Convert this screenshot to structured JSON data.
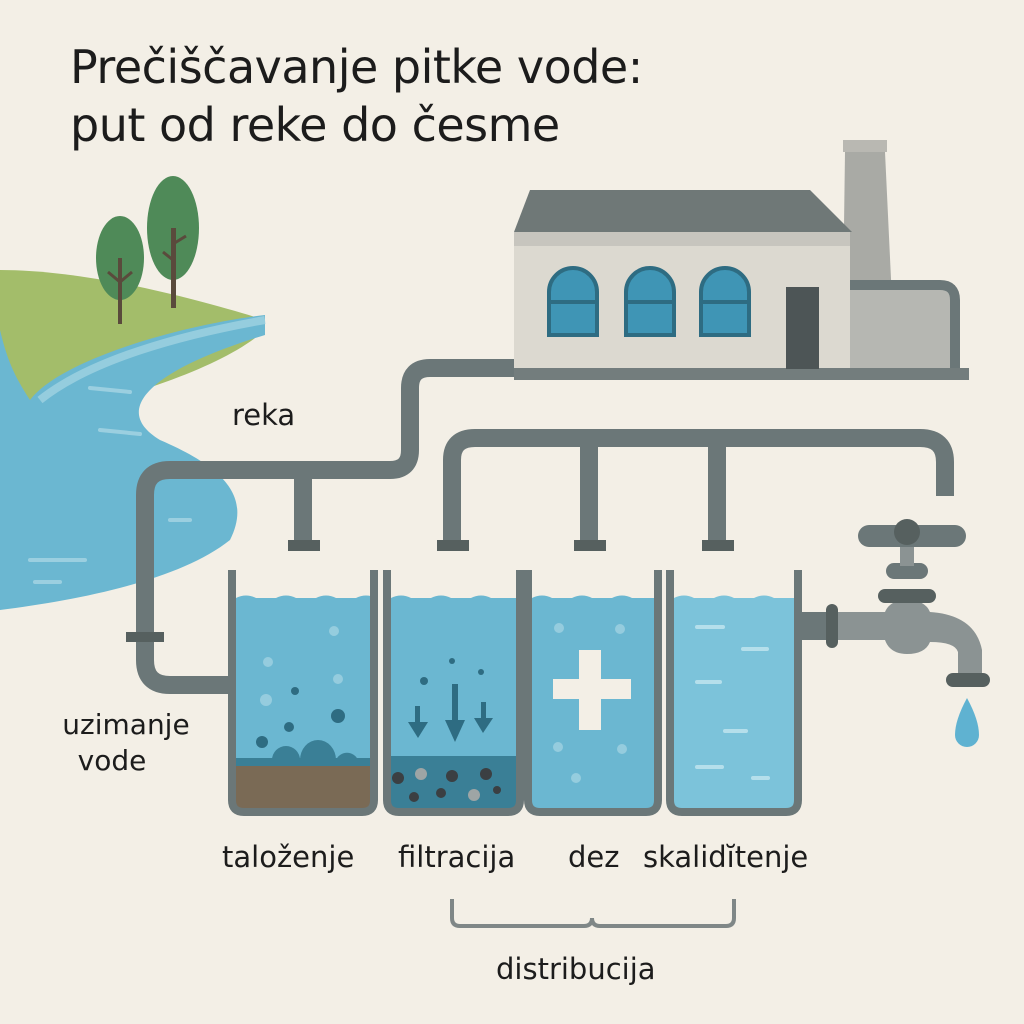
{
  "title": {
    "line1": "Prečiščavanje pitke vode:",
    "line2": "put od reke do česme"
  },
  "labels": {
    "river": "reka",
    "intake_line1": "uzimanje",
    "intake_line2": "vode",
    "distribution": "distribucija"
  },
  "stages": [
    {
      "label": "taloženje",
      "tank_icon": "sediment-icon"
    },
    {
      "label": "filtracija",
      "tank_icon": "down-arrows-icon"
    },
    {
      "label": "dez",
      "tank_icon": "plus-cross-icon"
    },
    {
      "label": "skalidĭtenje",
      "tank_icon": "clear-water-icon"
    }
  ],
  "colors": {
    "background": "#f3efe6",
    "water": "#6bb7d1",
    "water_light": "#7cc3da",
    "pipe": "#6b7778",
    "grass": "#a3bd6a",
    "tree": "#4f8a58",
    "building": "#d8d5cc",
    "window": "#3f95b5",
    "sediment": "#7a6a55",
    "filter": "#3a7f96"
  }
}
